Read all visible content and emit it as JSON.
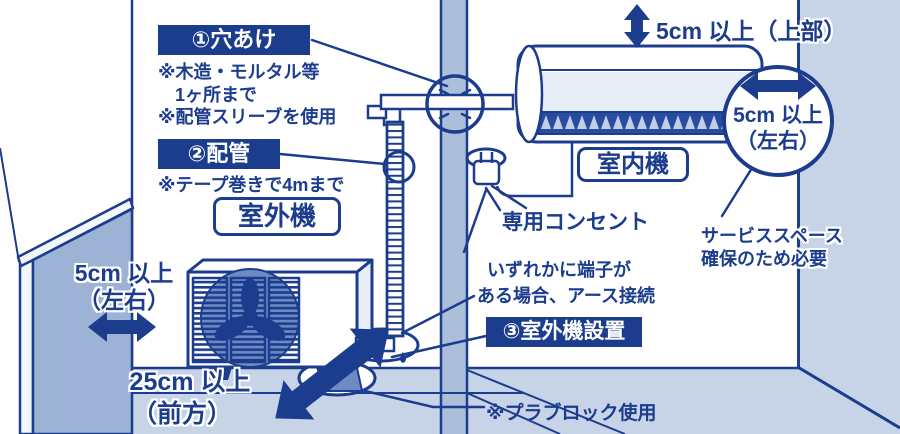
{
  "steps": {
    "step1": {
      "label": "①穴あけ",
      "note1": "※木造・モルタル等",
      "note2": "1ヶ所まで",
      "note3": "※配管スリーブを使用"
    },
    "step2": {
      "label": "②配管",
      "note": "※テープ巻きで4mまで"
    },
    "step3": {
      "label": "③室外機設置"
    }
  },
  "units": {
    "outdoor": "室外機",
    "indoor": "室内機"
  },
  "clearances": {
    "top": "5cm 以上（上部）",
    "right": {
      "line1": "5cm 以上",
      "line2": "（左右）"
    },
    "left": {
      "line1": "5cm 以上",
      "line2": "（左右）"
    },
    "front": {
      "line1": "25cm 以上",
      "line2": "（前方）"
    }
  },
  "notes": {
    "outlet": "専用コンセント",
    "ground": {
      "line1": "いずれかに端子が",
      "line2": "ある場合、アース接続"
    },
    "service": {
      "line1": "サービススペース",
      "line2": "確保のため必要"
    },
    "block": "※プラブロック使用"
  },
  "icons": {
    "top_clearance_arrow": "vertical-double-arrow",
    "right_clearance_arrow": "horizontal-double-arrow",
    "left_clearance_arrow": "horizontal-double-arrow",
    "front_clearance_arrow": "diagonal-double-arrow"
  },
  "colors": {
    "outline_blue": "#1c3c8d",
    "fence_blue": "#9db3d6",
    "pillar_blue": "#abbeda",
    "floor_blue": "#c7d3e7",
    "unit_light": "#e7edf7",
    "fan_blue": "#6d8bc2",
    "vent_blue": "#2a4c9f",
    "vent_triangle": "#bfcde5"
  }
}
